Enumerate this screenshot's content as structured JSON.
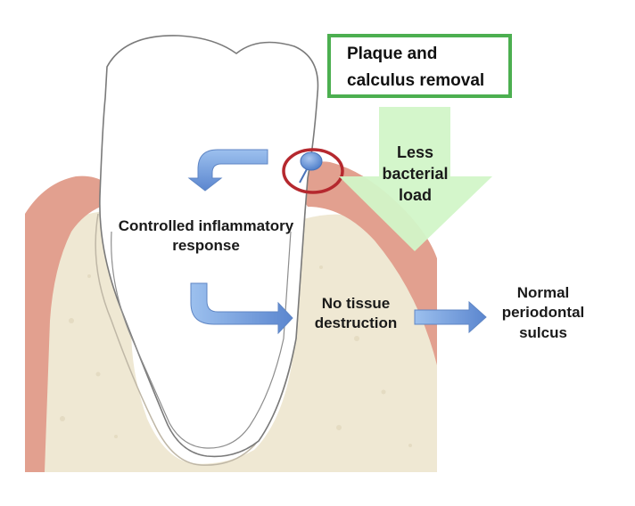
{
  "diagram": {
    "box": {
      "line1": "Plaque and",
      "line2": "calculus removal"
    },
    "down_arrow_label": {
      "line1": "Less",
      "line2": "bacterial",
      "line3": "load"
    },
    "inflammation_label": {
      "line1": "Controlled inflammatory",
      "line2": "response"
    },
    "tissue_label": {
      "line1": "No tissue",
      "line2": "destruction"
    },
    "result_label": {
      "line1": "Normal",
      "line2": "periodontal",
      "line3": "sulcus"
    },
    "colors": {
      "gingiva": "#e2a08f",
      "bone": "#efe8d3",
      "box_border": "#4caf50",
      "down_arrow": "#d2f5c8",
      "blue_arrow": "#7ba4e0",
      "highlight_circle": "#b5282e",
      "plaque_dot": "#6d98d6"
    }
  }
}
